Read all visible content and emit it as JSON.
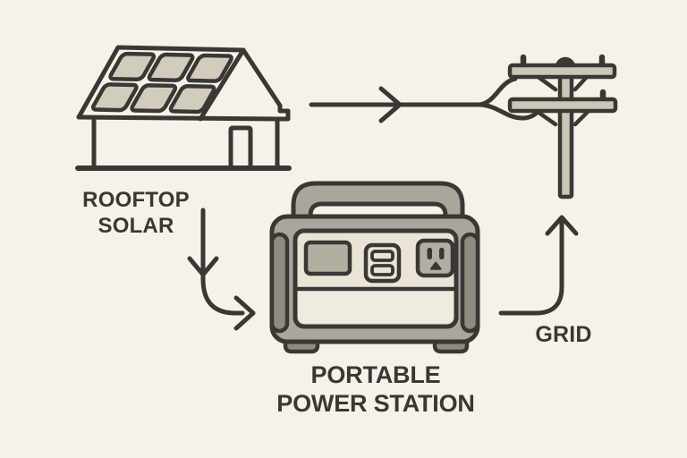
{
  "colors": {
    "background": "#f6f2ea",
    "stroke": "#3a3834",
    "text": "#3a3834",
    "solar_panel_fill": "#d2ccbd",
    "pole_fill": "#cbc6b6",
    "station_body": "#aaa69c",
    "station_bumper": "#8f8b81",
    "station_panel": "#e9e4d6",
    "station_panel_lower": "#efebde",
    "port_fill": "#b2aea2"
  },
  "labels": {
    "rooftop_line1": "ROOFTOP",
    "rooftop_line2": "SOLAR",
    "station_line1": "PORTABLE",
    "station_line2": "POWER STATION",
    "grid": "GRID"
  },
  "diagram": {
    "nodes": [
      {
        "id": "rooftop-solar",
        "icon": "house-with-solar-panels-icon",
        "label": "ROOFTOP SOLAR"
      },
      {
        "id": "portable-power-station",
        "icon": "portable-power-station-icon",
        "label": "PORTABLE POWER STATION"
      },
      {
        "id": "grid",
        "icon": "utility-pole-icon",
        "label": "GRID"
      }
    ],
    "arrows": [
      {
        "from": "rooftop-solar",
        "to": "grid"
      },
      {
        "from": "rooftop-solar",
        "to": "portable-power-station"
      },
      {
        "from": "portable-power-station",
        "to": "grid"
      }
    ]
  }
}
